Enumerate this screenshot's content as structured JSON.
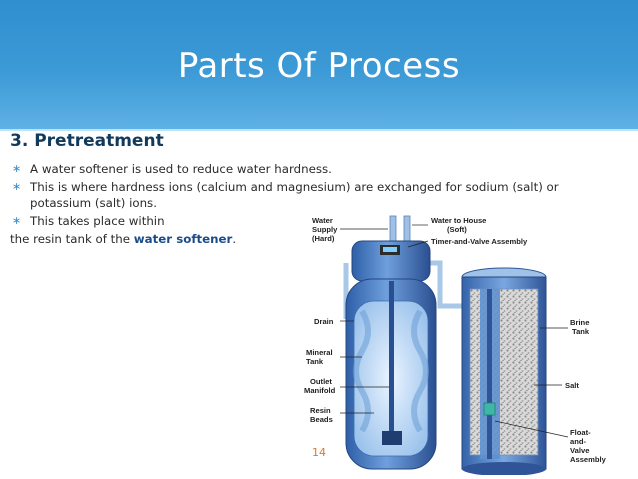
{
  "slide": {
    "title": "Parts Of Process",
    "section_heading": "3. Pretreatment",
    "bullets": [
      {
        "text": "A water softener is used to reduce water hardness."
      },
      {
        "text": "This is where hardness ions (calcium and magnesium) are exchanged for sodium (salt) or potassium (salt) ions."
      },
      {
        "text": "This takes place within"
      }
    ],
    "continuation": {
      "text": "the resin tank of the ",
      "highlight": "water softener",
      "suffix": "."
    },
    "bullet_marker": "∗",
    "page_number": "14"
  },
  "diagram": {
    "labels": {
      "water_supply": [
        "Water",
        "Supply",
        "(Hard)"
      ],
      "water_to_house": [
        "Water to House",
        "(Soft)"
      ],
      "timer_valve": "Timer-and-Valve Assembly",
      "drain": "Drain",
      "mineral_tank": [
        "Mineral",
        "Tank"
      ],
      "outlet_manifold": [
        "Outlet",
        "Manifold"
      ],
      "resin_beads": [
        "Resin",
        "Beads"
      ],
      "brine_tank": [
        "Brine",
        "Tank"
      ],
      "salt": "Salt",
      "float_valve": [
        "Float-",
        "and-",
        "Valve",
        "Assembly"
      ]
    }
  },
  "colors": {
    "header": "#3c9ad6",
    "section_heading": "#123a5c",
    "bullet_marker": "#3b8fd0",
    "highlight": "#1b4c8a",
    "page_number": "#e07a1f",
    "tank_blue": "#3f6fb8"
  }
}
